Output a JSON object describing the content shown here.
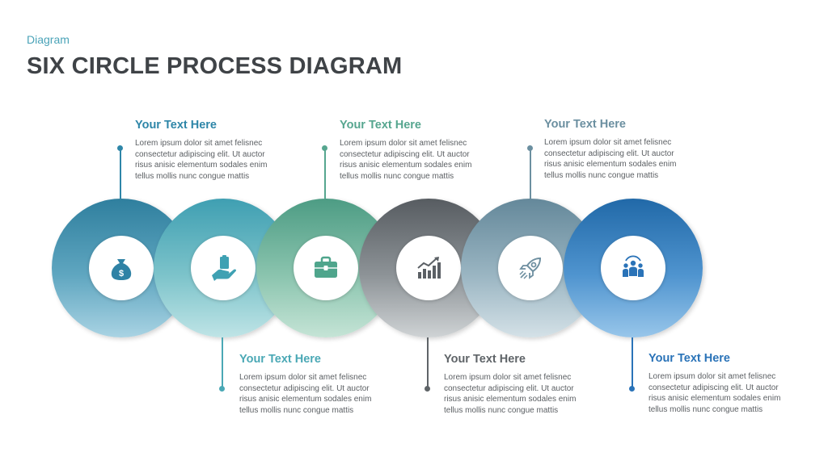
{
  "header": {
    "subtitle": "Diagram",
    "title": "SIX CIRCLE PROCESS DIAGRAM"
  },
  "steps": [
    {
      "heading": "Your Text Here",
      "body": "Lorem ipsum dolor sit amet felisnec\nconsectetur adipiscing elit. Ut auctor\nrisus anisic elementum sodales enim\ntellus mollis nunc congue mattis",
      "icon": "money-bag-icon",
      "color": "#2e86a8",
      "text_position": "top"
    },
    {
      "heading": "Your Text Here",
      "body": "Lorem ipsum dolor sit amet felisnec\nconsectetur adipiscing elit. Ut auctor\nrisus anisic elementum sodales enim\ntellus mollis nunc congue mattis",
      "icon": "hand-holding-clipboard-icon",
      "color": "#4aa8b5",
      "text_position": "bottom"
    },
    {
      "heading": "Your Text Here",
      "body": "Lorem ipsum dolor sit amet felisnec\nconsectetur adipiscing elit. Ut auctor\nrisus anisic elementum sodales enim\ntellus mollis nunc congue mattis",
      "icon": "briefcase-icon",
      "color": "#56a68f",
      "text_position": "top"
    },
    {
      "heading": "Your Text Here",
      "body": "Lorem ipsum dolor sit amet felisnec\nconsectetur adipiscing elit. Ut auctor\nrisus anisic elementum sodales enim\ntellus mollis nunc congue mattis",
      "icon": "growth-chart-icon",
      "color": "#5f6468",
      "text_position": "bottom"
    },
    {
      "heading": "Your Text Here",
      "body": "Lorem ipsum dolor sit amet felisnec\nconsectetur adipiscing elit. Ut auctor\nrisus anisic elementum sodales enim\ntellus mollis nunc congue mattis",
      "icon": "rocket-icon",
      "color": "#6b8fa0",
      "text_position": "top"
    },
    {
      "heading": "Your Text Here",
      "body": "Lorem ipsum dolor sit amet felisnec\nconsectetur adipiscing elit. Ut auctor\nrisus anisic elementum sodales enim\ntellus mollis nunc congue mattis",
      "icon": "team-icon",
      "color": "#2a73b8",
      "text_position": "bottom"
    }
  ]
}
